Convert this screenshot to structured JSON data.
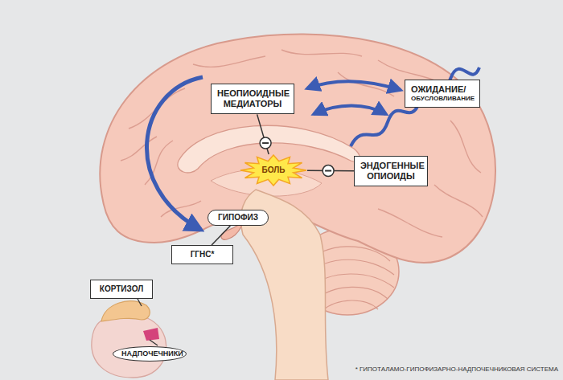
{
  "diagram": {
    "nodes": [
      {
        "text": [
          "НЕОПИОИДНЫЕ МЕДИАТОРЫ"
        ]
      },
      {
        "text": [
          "ОЖИДАНИЕ/",
          "ОБУСЛОВЛИВАНИЕ"
        ]
      },
      {
        "text": [
          "БОЛЬ"
        ]
      },
      {
        "text": [
          "ЭНДОГЕННЫЕ ОПИОИДЫ"
        ]
      },
      {
        "text": [
          "ГИПОФИЗ"
        ]
      },
      {
        "text": [
          "ГГНС*"
        ]
      },
      {
        "text": [
          "КОРТИЗОЛ"
        ]
      },
      {
        "text": [
          "НАДПОЧЕЧНИКИ"
        ]
      }
    ],
    "edges": [
      {
        "from": 0,
        "to": 2,
        "arrow": "none"
      },
      {
        "from": 3,
        "to": 2,
        "arrow": "none"
      },
      {
        "from": 5,
        "to": 4,
        "arrow": "none"
      }
    ],
    "labels": [
      "* ГИПОТАЛАМО-ГИПОФИЗАРНО-НАДПОЧЕЧНИКОВАЯ СИСТЕМА"
    ]
  }
}
